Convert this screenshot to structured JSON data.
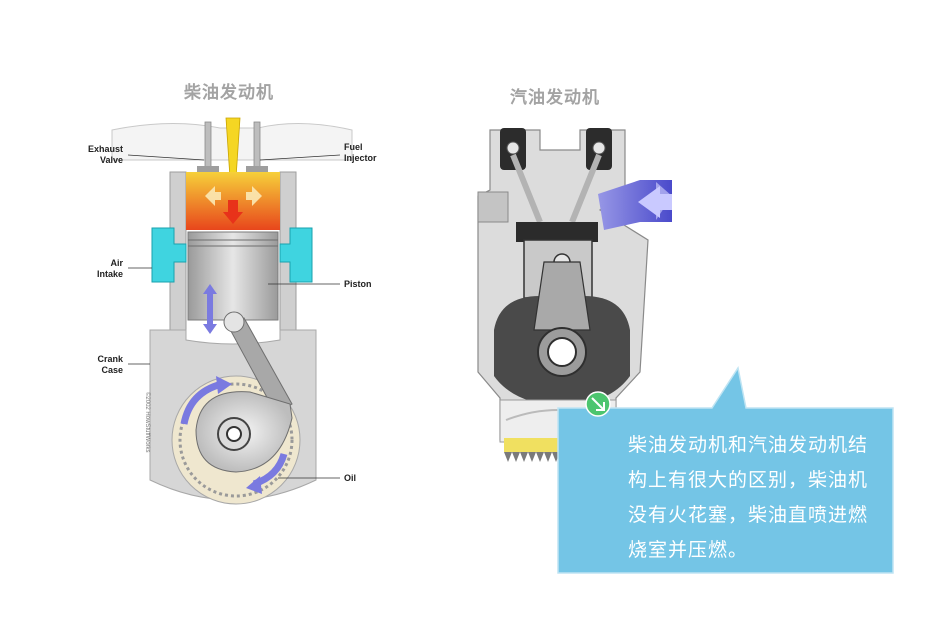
{
  "diesel": {
    "title": "柴油发动机",
    "labels": {
      "exhaust_valve": [
        "Exhaust",
        "Valve"
      ],
      "fuel_injector": [
        "Fuel",
        "Injector"
      ],
      "air_intake": [
        "Air",
        "Intake"
      ],
      "piston": "Piston",
      "crank_case": [
        "Crank",
        "Case"
      ],
      "oil": "Oil"
    },
    "credit": "©2002 HowStuffWorks"
  },
  "gasoline": {
    "title": "汽油发动机"
  },
  "callout": {
    "text": "柴油发动机和汽油发动机结构上有很大的区别，柴油机没有火花塞，柴油直喷进燃烧室并压燃。"
  },
  "colors": {
    "callout_bg": "#74c5e6",
    "marker": "#4cc56f",
    "combustion": "#f26a1b",
    "intake": "#3fd4e0",
    "flow_arrow": "#7a7ae0"
  }
}
